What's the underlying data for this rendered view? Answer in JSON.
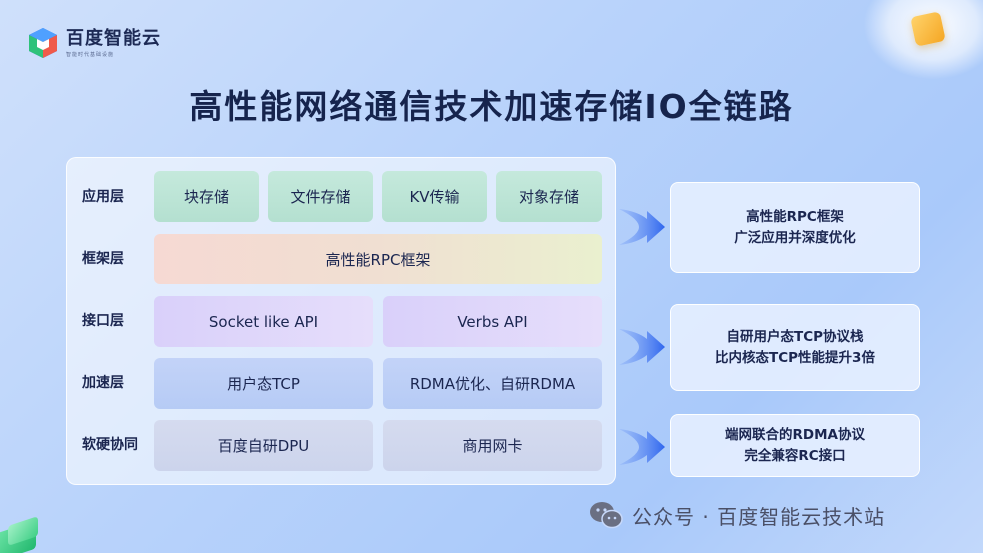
{
  "logo": {
    "name": "百度智能云",
    "subtitle": "智能时代基础设施"
  },
  "title": "高性能网络通信技术加速存储IO全链路",
  "layers": [
    {
      "label": "应用层",
      "cells": [
        "块存储",
        "文件存储",
        "KV传输",
        "对象存储"
      ]
    },
    {
      "label": "框架层",
      "cells": [
        "高性能RPC框架"
      ]
    },
    {
      "label": "接口层",
      "cells": [
        "Socket like API",
        "Verbs API"
      ]
    },
    {
      "label": "加速层",
      "cells": [
        "用户态TCP",
        "RDMA优化、自研RDMA"
      ]
    },
    {
      "label": "软硬协同",
      "cells": [
        "百度自研DPU",
        "商用网卡"
      ]
    }
  ],
  "callouts": [
    {
      "line1": "高性能RPC框架",
      "line2": "广泛应用并深度优化"
    },
    {
      "line1": "自研用户态TCP协议栈",
      "line2": "比内核态TCP性能提升3倍"
    },
    {
      "line1": "端网联合的RDMA协议",
      "line2": "完全兼容RC接口"
    }
  ],
  "watermark": "公众号 · 百度智能云技术站",
  "colors": {
    "title": "#16244d",
    "arrow": "#3a6ff0",
    "logo_blue": "#2b6cf0",
    "logo_green": "#2fc27a"
  },
  "icons": {
    "logo": "baidu-cloud-cube-icon",
    "arrow": "arrow-right-icon",
    "watermark": "wechat-icon"
  }
}
